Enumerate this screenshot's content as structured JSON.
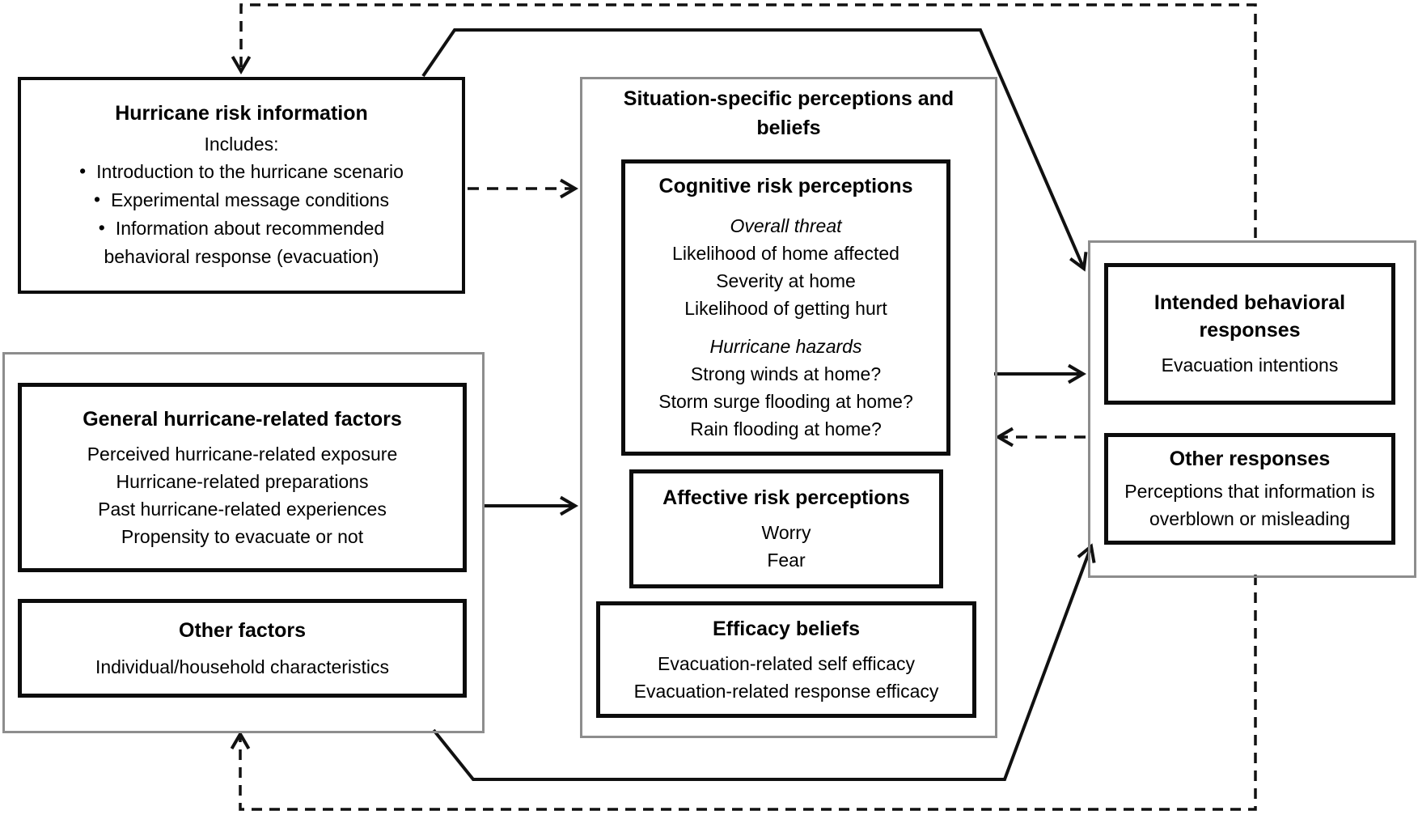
{
  "colors": {
    "background": "#ffffff",
    "text": "#000000",
    "line": "#111111",
    "gray_border": "#8d8d8d"
  },
  "hurricane_box": {
    "title": "Hurricane risk information",
    "intro": "Includes:",
    "bullet": "•",
    "items": [
      "Introduction to the hurricane scenario",
      "Experimental message conditions",
      "Information about recommended"
    ],
    "item_3_line_2": "behavioral response (evacuation)"
  },
  "factors_group": {
    "general_box": {
      "title": "General hurricane-related factors",
      "lines": [
        "Perceived hurricane-related exposure",
        "Hurricane-related preparations",
        "Past hurricane-related experiences",
        "Propensity to evacuate or not"
      ]
    },
    "other_factors_box": {
      "title": "Other factors",
      "lines": [
        "Individual/household characteristics"
      ]
    }
  },
  "situation_group": {
    "title": "Situation-specific perceptions and beliefs",
    "cognitive_box": {
      "title": "Cognitive risk perceptions",
      "subhead_overall": "Overall threat",
      "overall_lines": [
        "Likelihood of home affected",
        "Severity at home",
        "Likelihood of getting hurt"
      ],
      "subhead_hazards": "Hurricane hazards",
      "hazard_lines": [
        "Strong winds at home?",
        "Storm surge flooding at home?",
        "Rain flooding at home?"
      ]
    },
    "affective_box": {
      "title": "Affective risk perceptions",
      "lines": [
        "Worry",
        "Fear"
      ]
    },
    "efficacy_box": {
      "title": "Efficacy beliefs",
      "lines": [
        "Evacuation-related self efficacy",
        "Evacuation-related response efficacy"
      ]
    }
  },
  "responses_group": {
    "intended_box": {
      "title": "Intended behavioral responses",
      "body": "Evacuation intentions"
    },
    "other_responses_box": {
      "title": "Other responses",
      "body": "Perceptions that information is overblown or misleading"
    }
  }
}
